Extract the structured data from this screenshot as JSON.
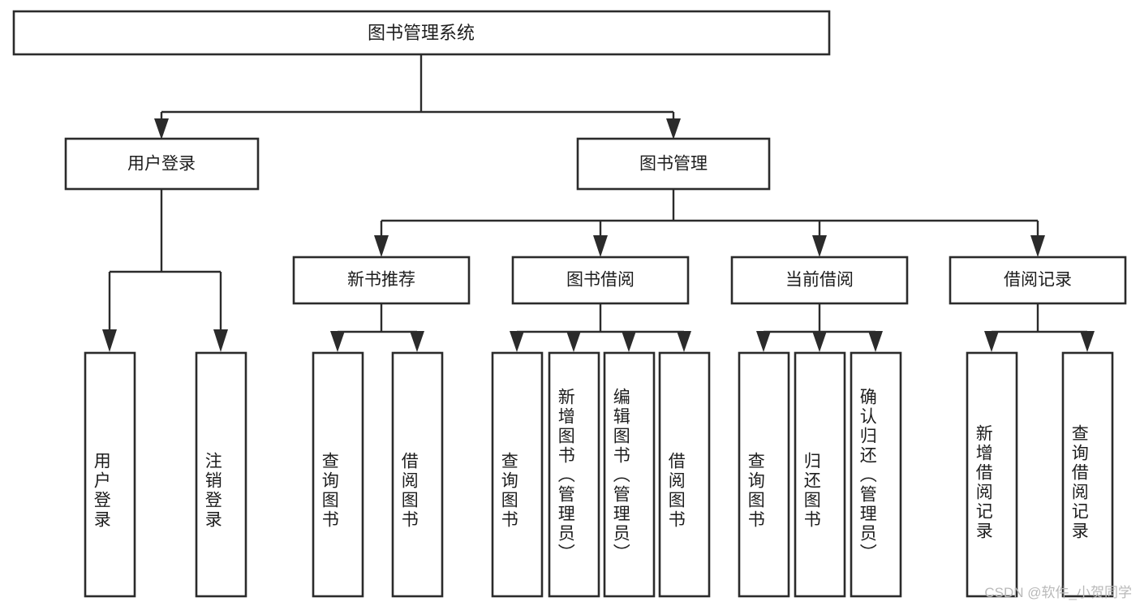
{
  "diagram": {
    "title": "图书管理系统",
    "watermark": "CSDN @软件_小贺同学",
    "type": "tree-hierarchy",
    "orientation": "top-down",
    "colors": {
      "box_stroke": "#2b2b2b",
      "box_fill": "#ffffff",
      "connector": "#2b2b2b",
      "text": "#1d1d1d",
      "watermark": "#b9b9b9",
      "background": "#ffffff"
    },
    "root": {
      "id": "root",
      "label": "图书管理系统",
      "level": 0
    },
    "level1": [
      {
        "id": "user-login",
        "label": "用户登录",
        "level": 1
      },
      {
        "id": "book-manage",
        "label": "图书管理",
        "level": 1
      }
    ],
    "level2": [
      {
        "id": "new-book-recommend",
        "label": "新书推荐",
        "level": 2,
        "parent": "book-manage"
      },
      {
        "id": "book-borrow",
        "label": "图书借阅",
        "level": 2,
        "parent": "book-manage"
      },
      {
        "id": "current-borrow",
        "label": "当前借阅",
        "level": 2,
        "parent": "book-manage"
      },
      {
        "id": "borrow-record",
        "label": "借阅记录",
        "level": 2,
        "parent": "book-manage"
      }
    ],
    "leaves": [
      {
        "id": "leaf-user-login",
        "label": "用户登录",
        "parent": "user-login"
      },
      {
        "id": "leaf-logout-login",
        "label": "注销登录",
        "parent": "user-login"
      },
      {
        "id": "leaf-query-book-1",
        "label": "查询图书",
        "parent": "new-book-recommend"
      },
      {
        "id": "leaf-borrow-book-1",
        "label": "借阅图书",
        "parent": "new-book-recommend"
      },
      {
        "id": "leaf-query-book-2",
        "label": "查询图书",
        "parent": "book-borrow"
      },
      {
        "id": "leaf-add-book-admin",
        "label": "新增图书（管理员）",
        "parent": "book-borrow"
      },
      {
        "id": "leaf-edit-book-admin",
        "label": "编辑图书（管理员）",
        "parent": "book-borrow"
      },
      {
        "id": "leaf-borrow-book-2",
        "label": "借阅图书",
        "parent": "book-borrow"
      },
      {
        "id": "leaf-query-book-3",
        "label": "查询图书",
        "parent": "current-borrow"
      },
      {
        "id": "leaf-return-book",
        "label": "归还图书",
        "parent": "current-borrow"
      },
      {
        "id": "leaf-confirm-return",
        "label": "确认归还（管理员）",
        "parent": "current-borrow"
      },
      {
        "id": "leaf-add-record",
        "label": "新增借阅记录",
        "parent": "borrow-record"
      },
      {
        "id": "leaf-query-record",
        "label": "查询借阅记录",
        "parent": "borrow-record"
      }
    ]
  }
}
